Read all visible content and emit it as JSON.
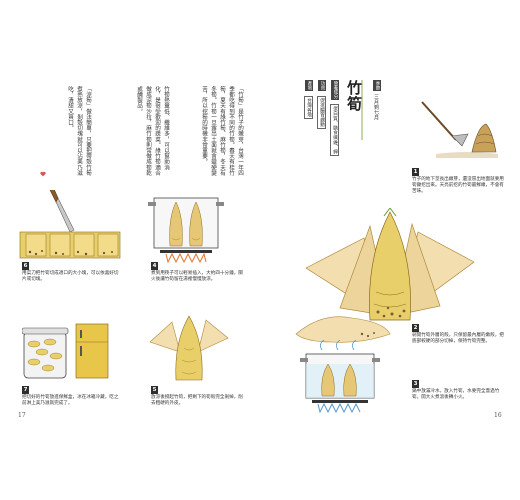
{
  "book": {
    "left_page_number": "17",
    "right_page_number": "16"
  },
  "title": {
    "main": "竹筍",
    "season_badge": "季節",
    "season": "三月到七月"
  },
  "info": {
    "nutrition_label": "營養成分",
    "nutrition": "蛋白質、膳食纖維、鉀",
    "efficacy_label": "功效",
    "efficacy": "促進腸胃蠕動",
    "place_label": "產地",
    "place": "台灣各地"
  },
  "intro": {
    "paragraph1": "「竹筍」是竹子的嫩芽，台灣一年四季都吃得到不同的竹筍。春天有桂竹筍，夏天有綠竹筍、麻竹筍，冬天有冬筍。竹筍一旦露出土面就會變硬變苦，所以挖筍的時機非常重要。",
    "paragraph2": "竹筍熱量低、纖維多，可以幫助消化，是很受歡迎的蔬菜。綠竹筍適合做成涼筍沙拉，麻竹筍則常做成筍乾或醃製品。",
    "paragraph3": "「涼筍」做法簡單，只要把帶殼竹筍煮熟放涼，剝殼切塊就可以沾美乃滋吃，清甜又爽口。"
  },
  "steps": [
    {
      "num": "1",
      "text": "竹子的地下莖長出嫩芽，還沒冒出地面就要用筍鋤挖出來。天亮前挖的竹筍最鮮嫩，不會有苦味。"
    },
    {
      "num": "2",
      "text": "剝開竹筍外層的殼，只保留最內層的嫩殼，把底部較硬的部分切掉，保持竹筍完整。"
    },
    {
      "num": "3",
      "text": "鍋中放滿冷水，放入竹筍，水要完全蓋過竹筍。開大火煮滾後轉小火。"
    },
    {
      "num": "4",
      "text": "煮到用筷子可以輕易插入，大約四十分鐘，關火後讓竹筍留在湯裡慢慢放涼。"
    },
    {
      "num": "5",
      "text": "放涼後撈起竹筍，把剩下的筍殼完全剝掉，削去粗硬的外皮。"
    },
    {
      "num": "6",
      "text": "用菜刀把竹筍切成適口的大小塊，可以依喜好切片或切塊。"
    },
    {
      "num": "7",
      "text": "把切好的竹筍放進保鮮盒，冰在冰箱冷藏，吃之前淋上美乃滋就完成了。"
    }
  ]
}
